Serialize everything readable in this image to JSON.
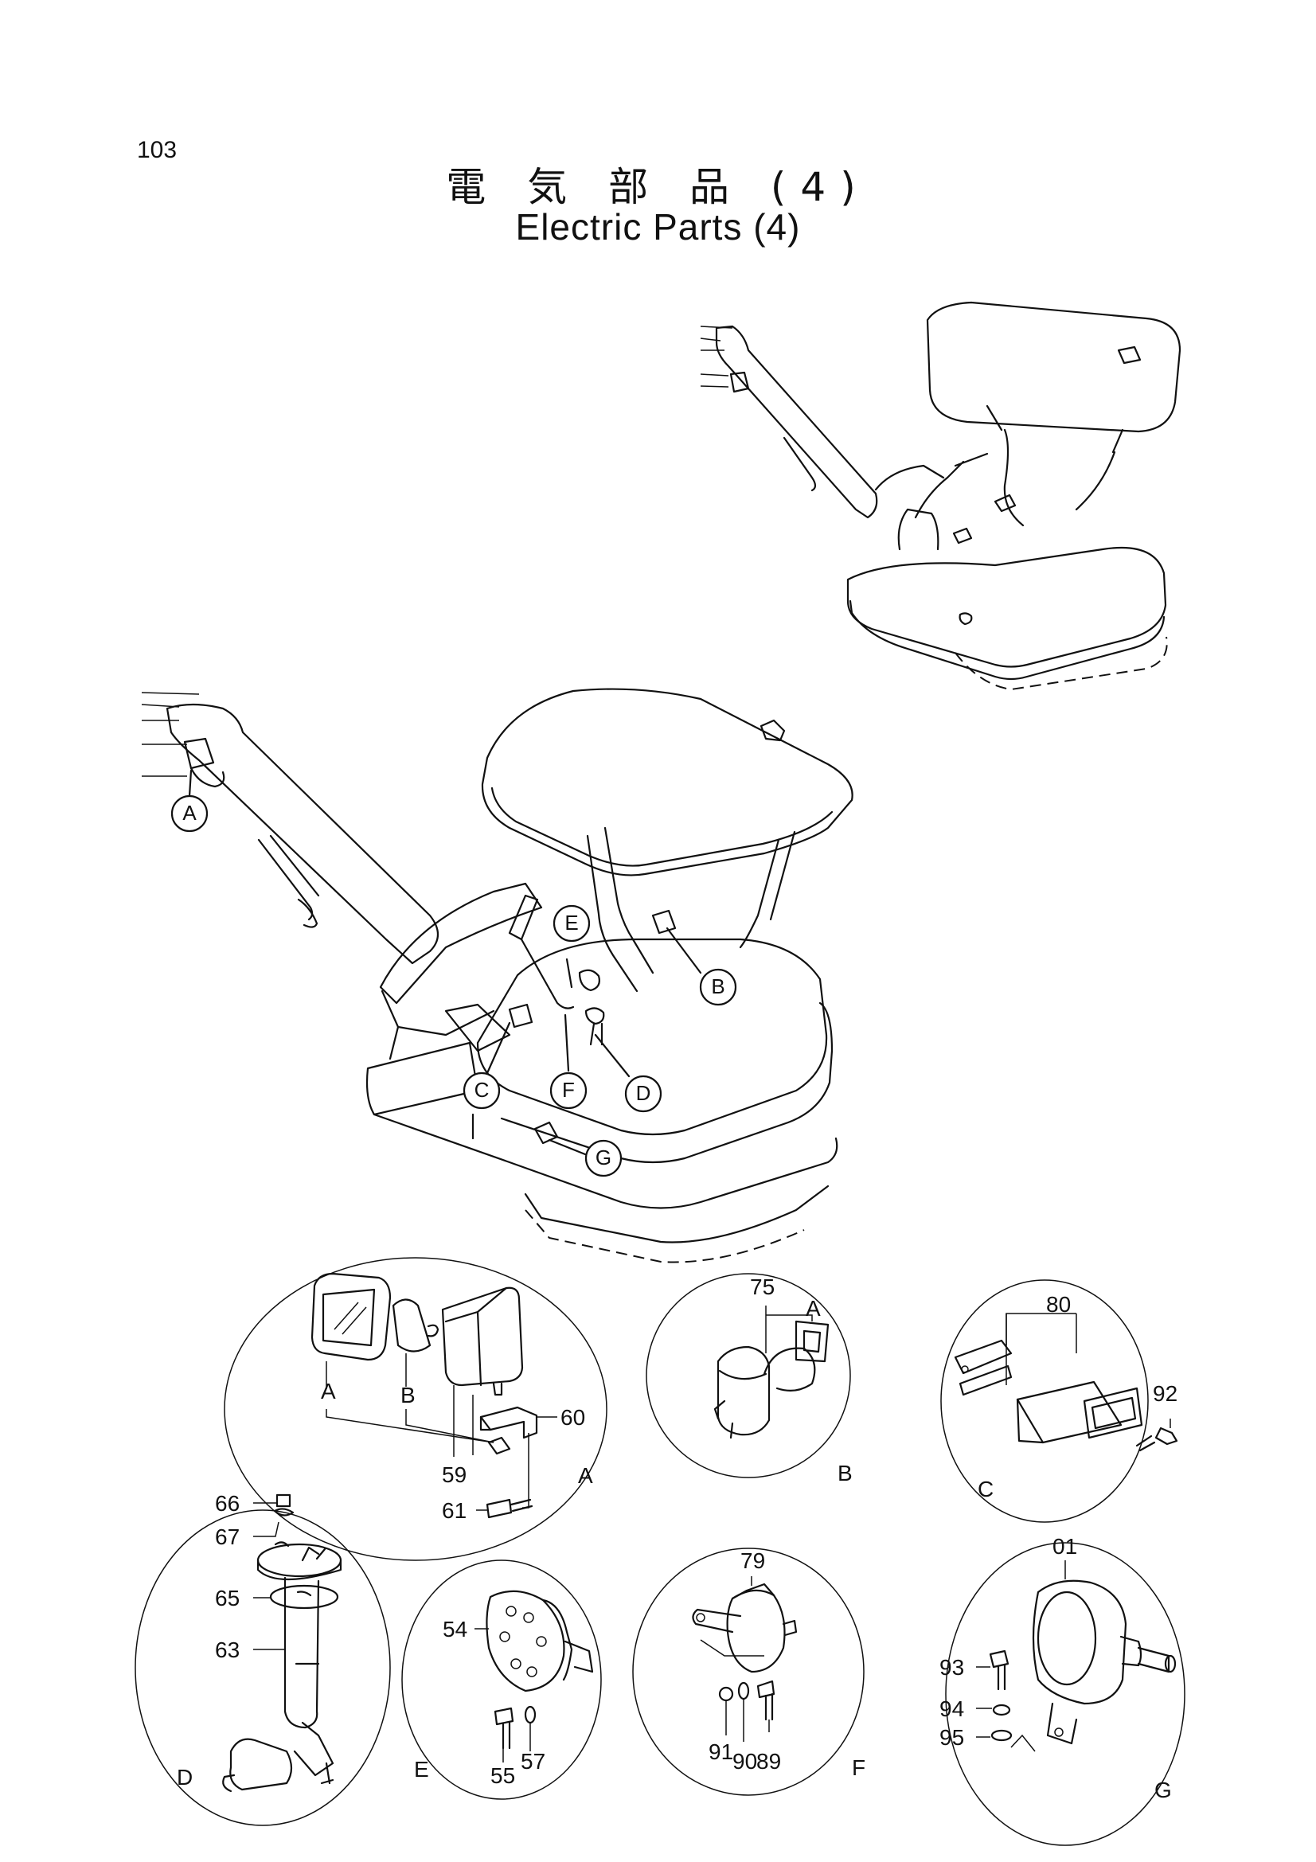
{
  "page_number": "103",
  "title_jp": "電 気 部 品 (4)",
  "title_en": "Electric Parts (4)",
  "callouts": [
    "A",
    "B",
    "C",
    "D",
    "E",
    "F",
    "G"
  ],
  "parts": {
    "p01": "01",
    "p54": "54",
    "p55": "55",
    "p57": "57",
    "p59": "59",
    "p60": "60",
    "p61": "61",
    "p63": "63",
    "p65": "65",
    "p66": "66",
    "p67": "67",
    "p75": "75",
    "p79": "79",
    "p80": "80",
    "p89": "89",
    "p90": "90",
    "p91": "91",
    "p92": "92",
    "p93": "93",
    "p94": "94",
    "p95": "95"
  },
  "detail_letters": {
    "a": "A",
    "b": "B",
    "c": "C",
    "d": "D",
    "e": "E",
    "f": "F",
    "g": "G"
  },
  "sub_labels": {
    "lens": "A",
    "bulb": "B",
    "key": "A"
  }
}
